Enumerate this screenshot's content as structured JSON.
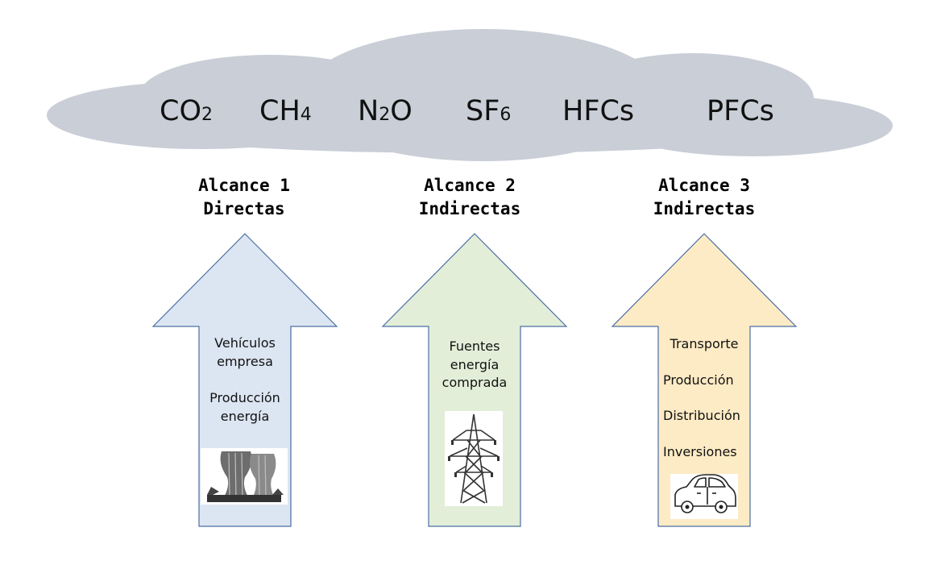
{
  "colors": {
    "cloud": "#c9ced7",
    "arrow_1": "#dce6f2",
    "arrow_2": "#e3eed9",
    "arrow_3": "#fdebc5",
    "arrow_stroke": "#4b6fa5"
  },
  "gases": [
    {
      "base": "CO",
      "sub": "2",
      "tail": ""
    },
    {
      "base": "CH",
      "sub": "4",
      "tail": ""
    },
    {
      "base": "N",
      "sub": "2",
      "tail": "O"
    },
    {
      "base": "SF",
      "sub": "6",
      "tail": ""
    },
    {
      "base": "HFCs",
      "sub": "",
      "tail": ""
    },
    {
      "base": "PFCs",
      "sub": "",
      "tail": ""
    }
  ],
  "scopes": [
    {
      "title": "Alcance 1",
      "subtitle": "Directas",
      "items": [
        "Vehículos",
        "empresa",
        "Producción",
        "energía"
      ],
      "icon": "cooling-towers-icon"
    },
    {
      "title": "Alcance 2",
      "subtitle": "Indirectas",
      "items": [
        "Fuentes",
        "energía",
        "comprada"
      ],
      "icon": "power-pylon-icon"
    },
    {
      "title": "Alcance 3",
      "subtitle": "Indirectas",
      "items": [
        "Transporte",
        "Producción",
        "Distribución",
        "Inversiones"
      ],
      "icon": "car-icon"
    }
  ]
}
